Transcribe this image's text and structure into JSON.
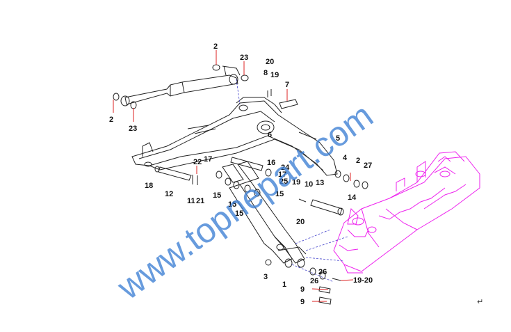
{
  "watermark": "www.topnepart.com",
  "return_mark": "↵",
  "colors": {
    "lines": "#222222",
    "frame": "#ee22ee",
    "leaders": "#dd2222",
    "hidden_lines": "#4444cc",
    "watermark": "#3d7fd4"
  },
  "part_numbers": {
    "n1": "2",
    "n2": "23",
    "n3": "2",
    "n4": "23",
    "n5": "20",
    "n6": "8",
    "n7": "19",
    "n8": "7",
    "n9": "6",
    "n10": "5",
    "n11": "4",
    "n12": "2",
    "n13": "27",
    "n14": "14",
    "n15": "17",
    "n16": "22",
    "n17": "16",
    "n18": "24",
    "n19": "17",
    "n20": "25",
    "n21": "18",
    "n22": "12",
    "n23": "11",
    "n24": "21",
    "n25": "15",
    "n26": "15",
    "n27": "15",
    "n28": "15",
    "n29": "19",
    "n30": "10",
    "n31": "13",
    "n32": "20",
    "n33": "3",
    "n34": "1",
    "n35": "26",
    "n36": "26",
    "n37": "19-20",
    "n38": "9",
    "n39": "9"
  }
}
